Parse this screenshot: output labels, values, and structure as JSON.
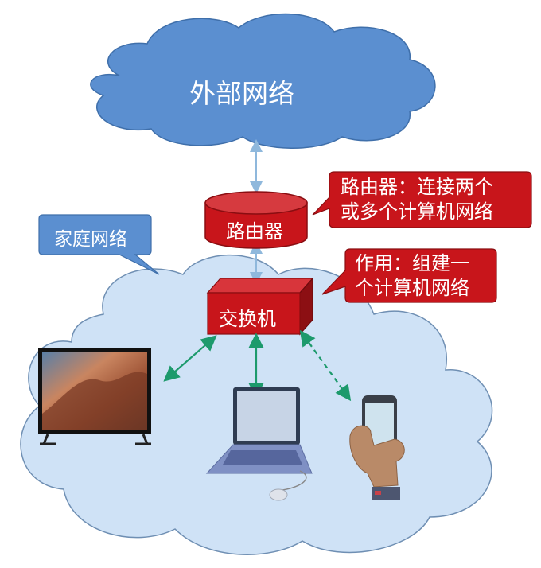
{
  "diagram": {
    "external_network": "外部网络",
    "home_network": "家庭网络",
    "router": "路由器",
    "switch": "交换机",
    "router_note": {
      "line1": "路由器：连接两个",
      "line2": "或多个计算机网络"
    },
    "switch_note": {
      "line1": "作用：组建一",
      "line2": "个计算机网络"
    }
  },
  "colors": {
    "external_cloud": "#5b8fd0",
    "home_cloud": "#cfe2f6",
    "device_red": "#c8151b",
    "callout_blue": "#5b8fd0",
    "arrow_green": "#1d9a6c",
    "link_blue": "#8fb8dc"
  }
}
